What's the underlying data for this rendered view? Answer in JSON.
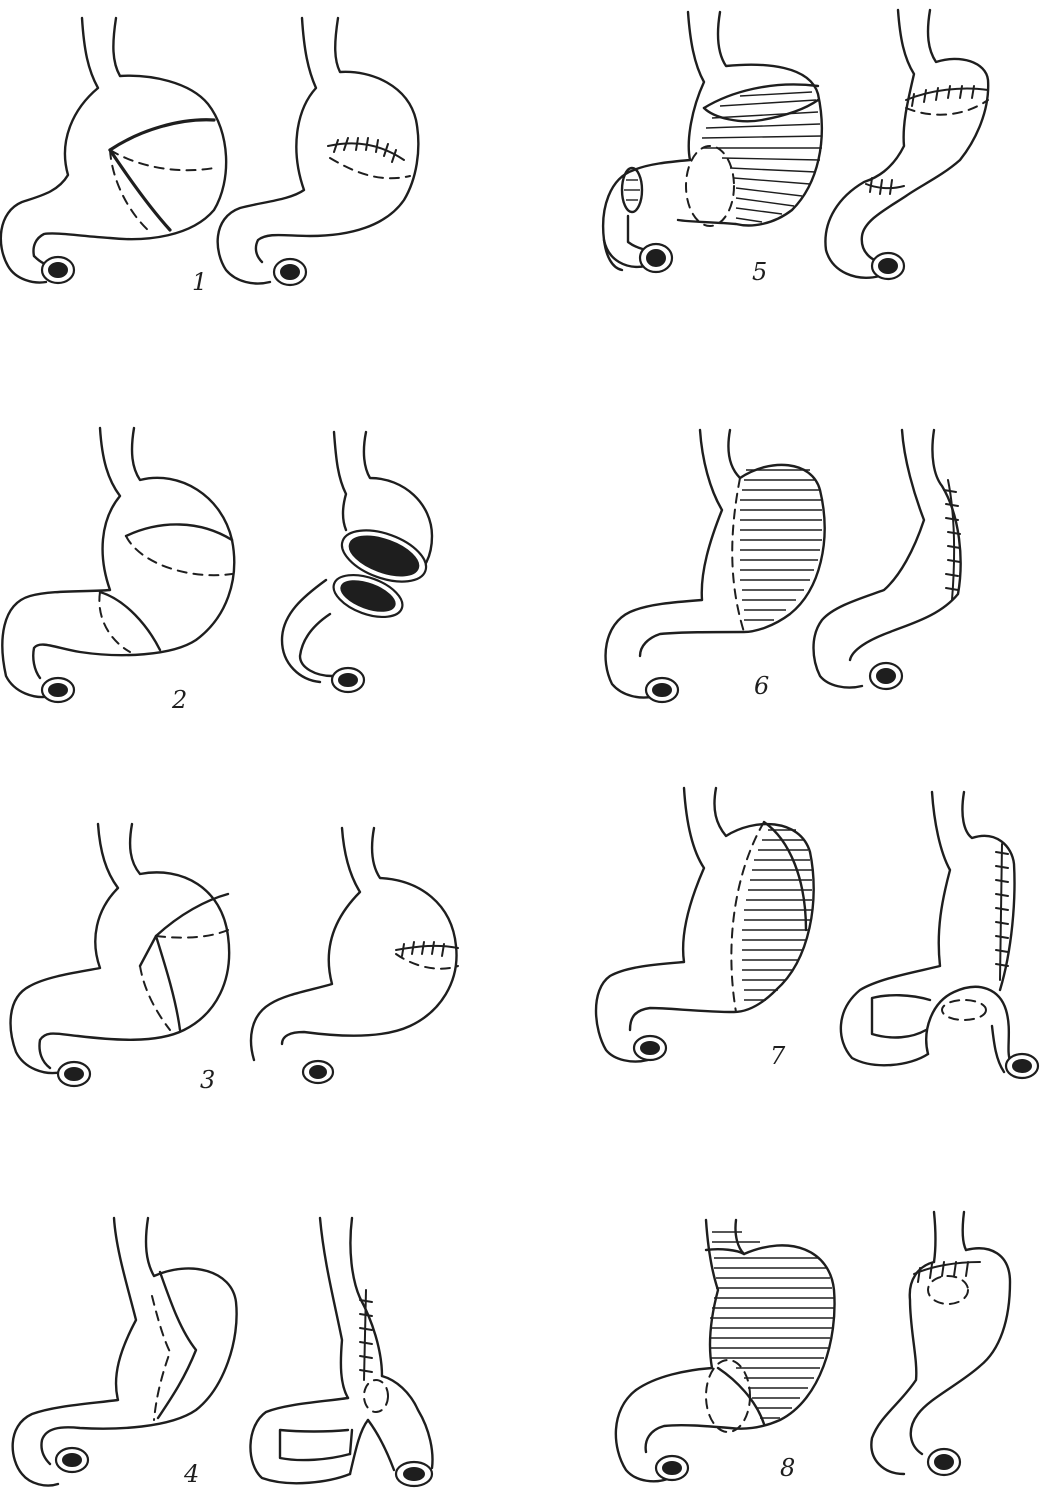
{
  "figure": {
    "panels": [
      {
        "label": "1",
        "variant": "oblique-resection",
        "ink": "#1e1e1e"
      },
      {
        "label": "2",
        "variant": "segmental-resection",
        "ink": "#1e1e1e"
      },
      {
        "label": "3",
        "variant": "wedge-resection",
        "ink": "#1e1e1e"
      },
      {
        "label": "4",
        "variant": "sleeve-with-loop",
        "ink": "#1e1e1e"
      },
      {
        "label": "5",
        "variant": "hatched-body-resection",
        "ink": "#1e1e1e"
      },
      {
        "label": "6",
        "variant": "hatched-sleeve",
        "ink": "#1e1e1e"
      },
      {
        "label": "7",
        "variant": "hatched-sleeve-with-loop",
        "ink": "#1e1e1e"
      },
      {
        "label": "8",
        "variant": "hatched-proximal-resection",
        "ink": "#1e1e1e"
      }
    ]
  }
}
